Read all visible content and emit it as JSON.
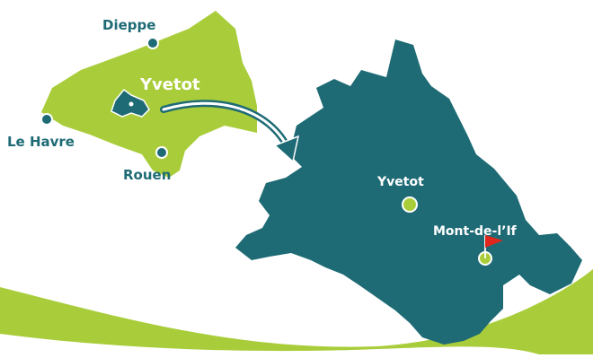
{
  "colors": {
    "department_fill": "#a9cd3a",
    "commune_fill": "#1e6b75",
    "accent_green": "#a9cd3a",
    "flag_red": "#e0271e",
    "label_dark": "#1e6b75"
  },
  "region_map": {
    "cities": [
      {
        "name": "Dieppe"
      },
      {
        "name": "Le Havre"
      },
      {
        "name": "Rouen"
      }
    ],
    "highlight_label": "Yvetot"
  },
  "zoom_map": {
    "towns": [
      {
        "name": "Yvetot"
      },
      {
        "name": "Mont-de-l’If",
        "marker": "flag-icon"
      }
    ]
  },
  "icons": [
    "city-dot-icon",
    "flag-icon",
    "curved-arrow-icon"
  ]
}
